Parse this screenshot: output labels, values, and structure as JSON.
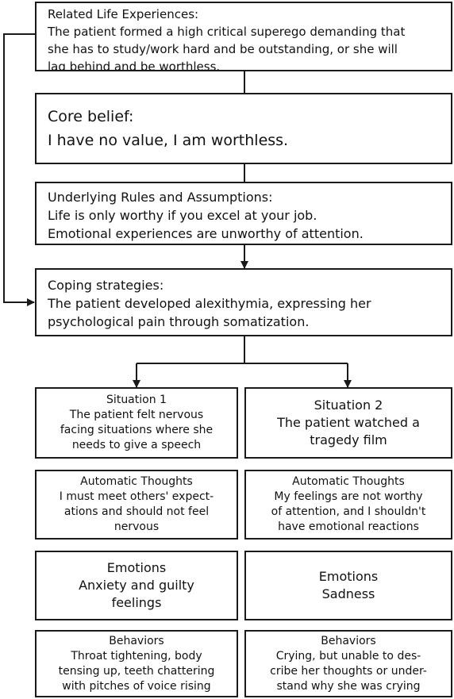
{
  "related_life_experiences": {
    "title": "Related Life Experiences:",
    "lines": [
      "The patient formed a high critical superego demanding that",
      "she has to study/work hard and be outstanding, or she will",
      "lag behind and be worthless."
    ]
  },
  "core_belief": {
    "title": "Core belief:",
    "lines": [
      "I have no value, I am worthless."
    ]
  },
  "underlying_rules": {
    "title": "Underlying Rules and Assumptions:",
    "lines": [
      "Life is only worthy if you excel at your job.",
      "Emotional experiences are unworthy of attention."
    ]
  },
  "coping_strategies": {
    "title": "Coping strategies:",
    "lines": [
      "The patient developed alexithymia, expressing her",
      "psychological pain through somatization."
    ]
  },
  "situation_1": {
    "situation": {
      "title": "Situation 1",
      "lines": [
        "The patient felt nervous",
        "facing situations where she",
        "needs to give a speech"
      ]
    },
    "automatic_thoughts": {
      "title": "Automatic Thoughts",
      "lines": [
        "I must meet others' expect-",
        "ations and should not feel",
        "nervous"
      ]
    },
    "emotions": {
      "title": "Emotions",
      "lines": [
        "Anxiety and guilty",
        "feelings"
      ]
    },
    "behaviors": {
      "title": "Behaviors",
      "lines": [
        "Throat tightening, body",
        "tensing up, teeth chattering",
        "with pitches of voice rising"
      ]
    }
  },
  "situation_2": {
    "situation": {
      "title": "Situation 2",
      "lines": [
        "The patient watched a",
        "tragedy film"
      ]
    },
    "automatic_thoughts": {
      "title": "Automatic Thoughts",
      "lines": [
        "My feelings are not worthy",
        "of attention, and I shouldn't",
        "have emotional reactions"
      ]
    },
    "emotions": {
      "title": "Emotions",
      "lines": [
        "Sadness"
      ]
    },
    "behaviors": {
      "title": "Behaviors",
      "lines": [
        "Crying, but unable to des-",
        "cribe her thoughts or under-",
        "stand why she was crying"
      ]
    }
  }
}
